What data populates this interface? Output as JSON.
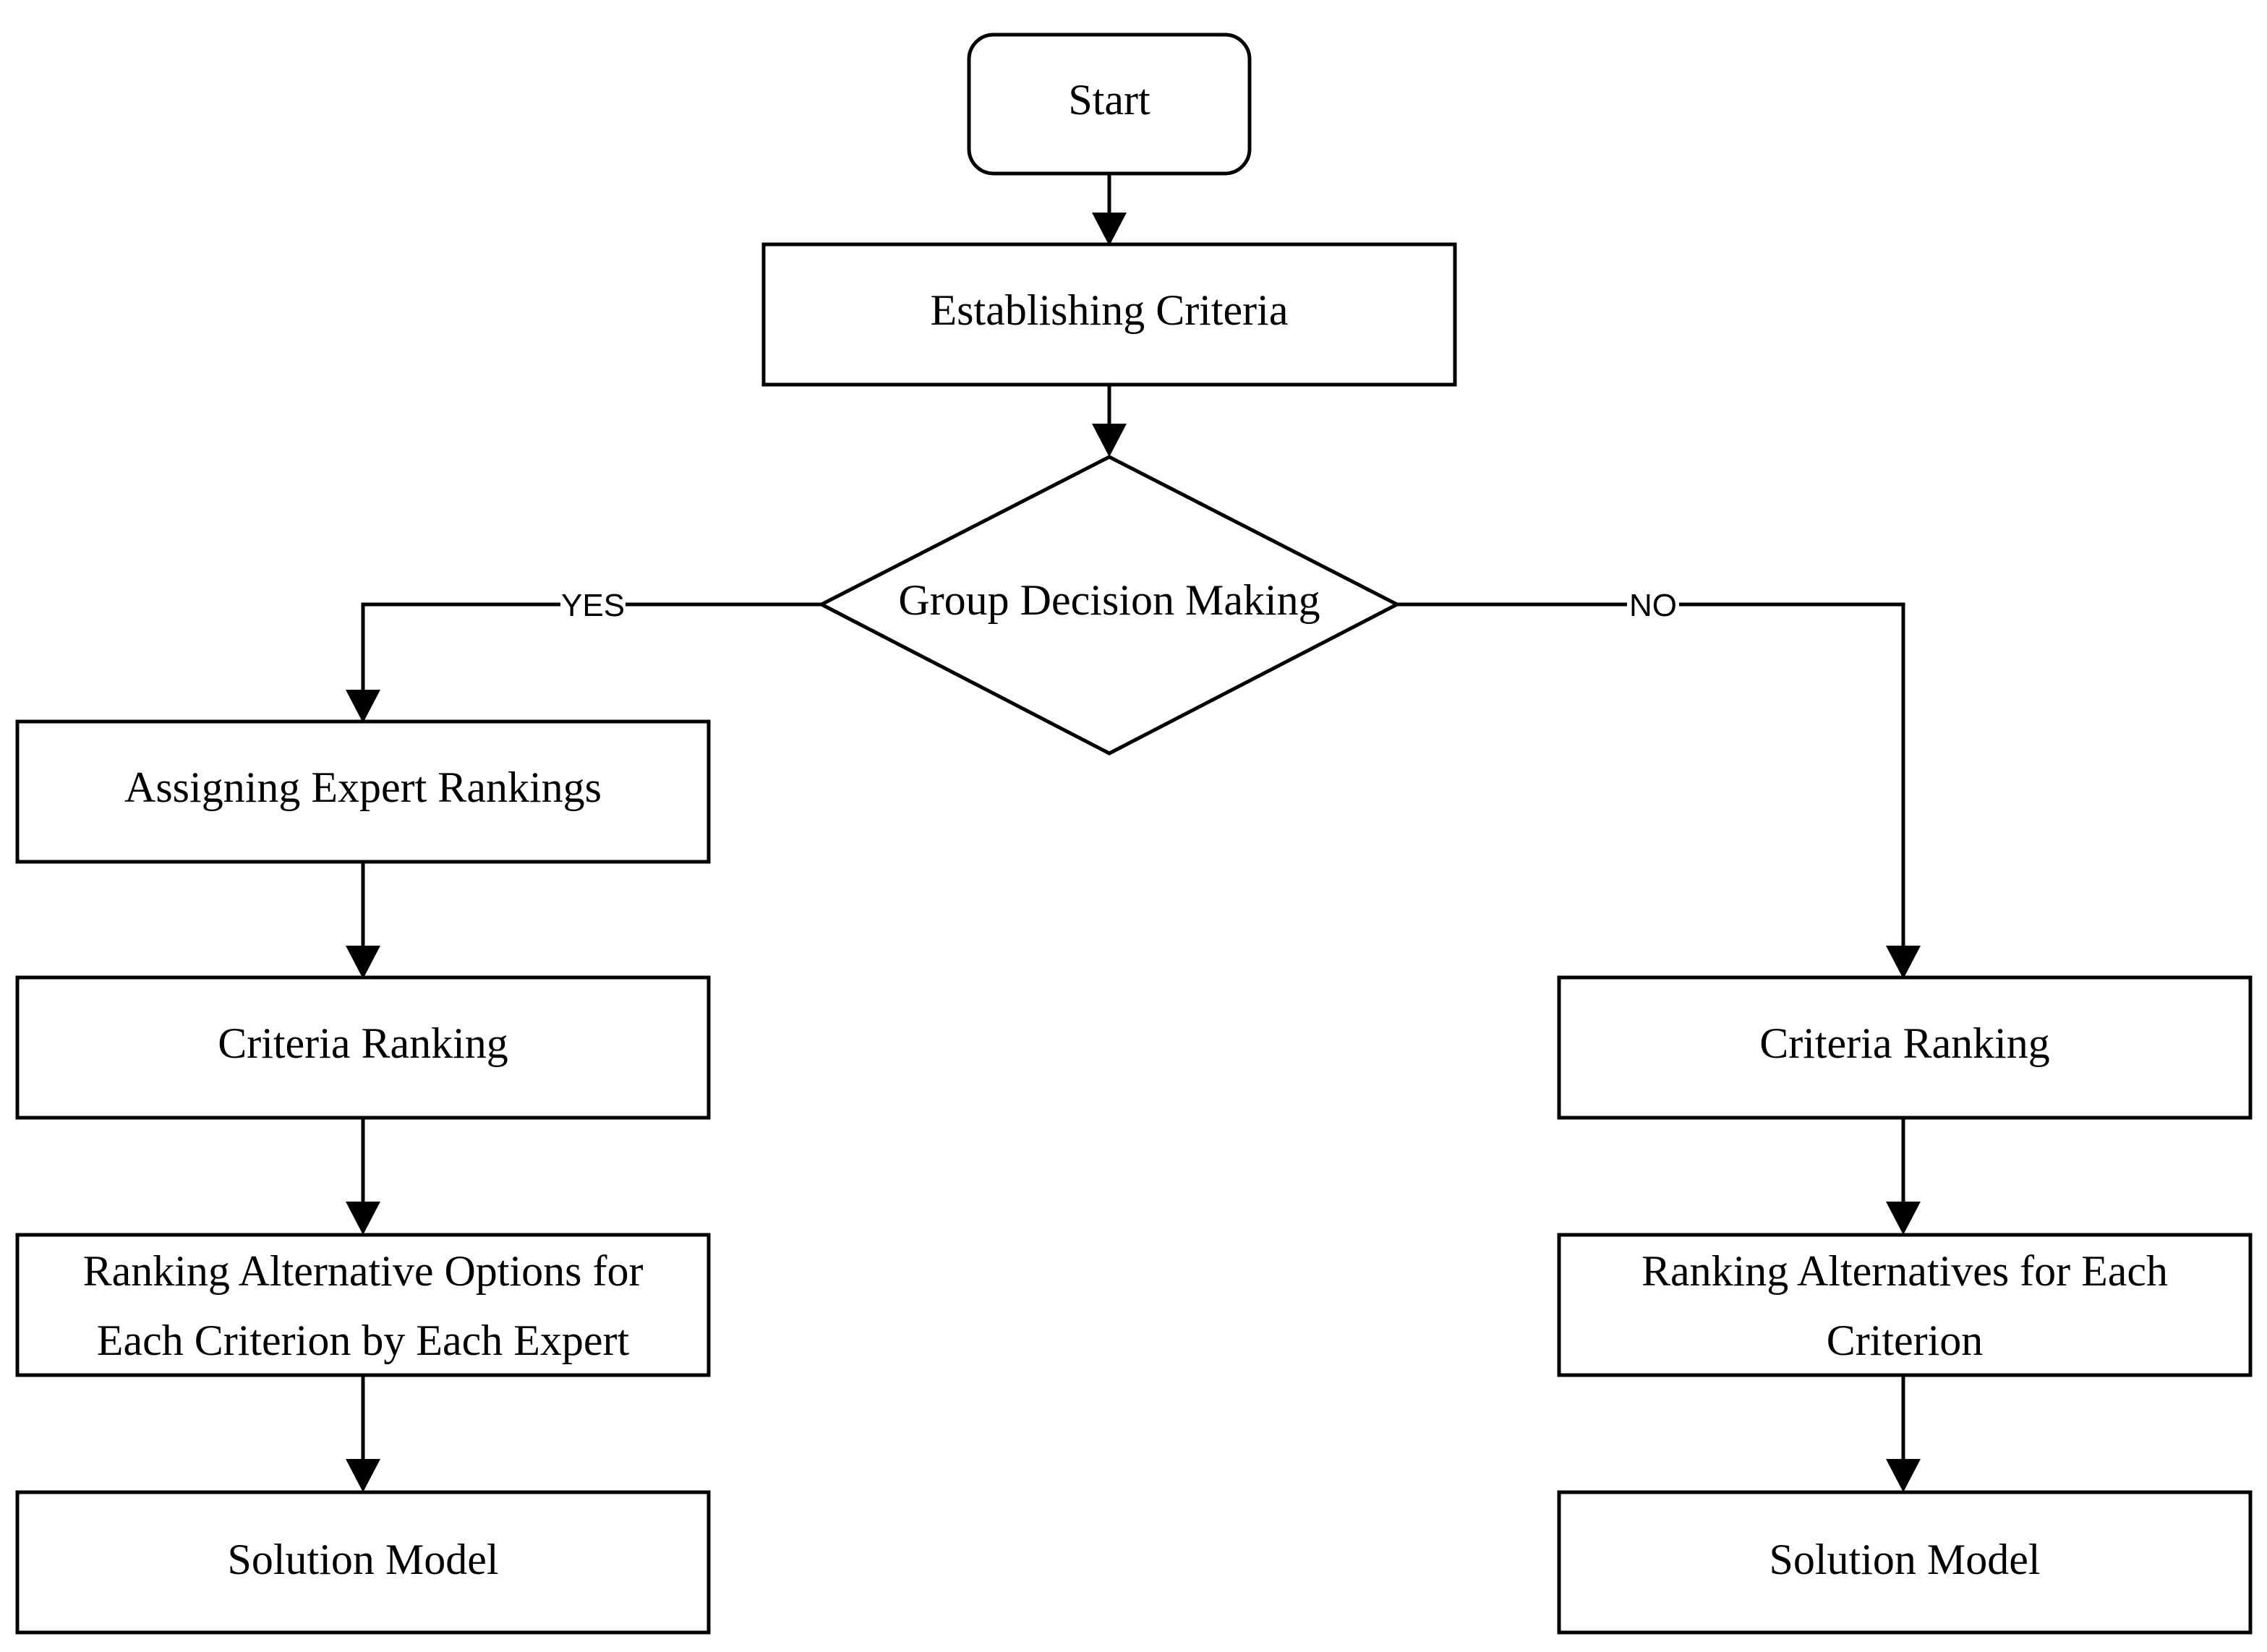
{
  "flowchart": {
    "start": {
      "label": "Start"
    },
    "establish": {
      "label": "Establishing Criteria"
    },
    "decision": {
      "label": "Group Decision Making"
    },
    "yes_label": "YES",
    "no_label": "NO",
    "left_branch": {
      "assign": {
        "label": "Assigning Expert Rankings"
      },
      "criteria": {
        "label": "Criteria Ranking"
      },
      "ranking": {
        "line1": "Ranking Alternative Options for",
        "line2": "Each Criterion by Each Expert"
      },
      "solution": {
        "label": "Solution Model"
      }
    },
    "right_branch": {
      "criteria": {
        "label": "Criteria Ranking"
      },
      "ranking": {
        "line1": "Ranking Alternatives for Each",
        "line2": "Criterion"
      },
      "solution": {
        "label": "Solution Model"
      }
    }
  }
}
